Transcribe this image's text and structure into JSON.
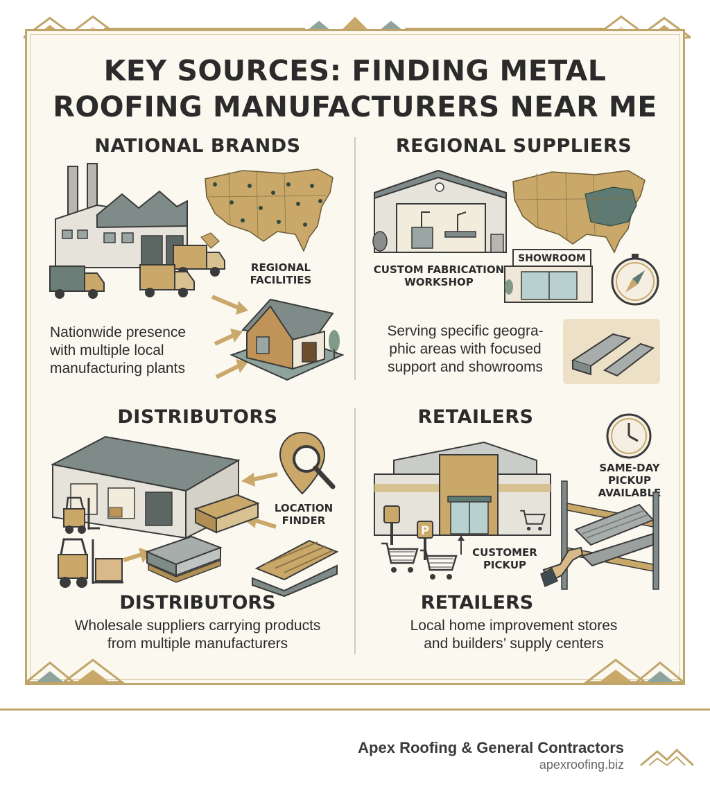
{
  "title": {
    "line1": "KEY SOURCES: FINDING METAL",
    "line2": "ROOFING MANUFACTURERS NEAR ME"
  },
  "national": {
    "heading": "NATIONAL BRANDS",
    "label_regional": [
      "REGIONAL",
      "FACILITIES"
    ],
    "desc": [
      "Nationwide presence",
      "with multiple local",
      "manufacturing plants"
    ]
  },
  "regional": {
    "heading": "REGIONAL SUPPLIERS",
    "label_workshop": [
      "CUSTOM FABRICATION",
      "WORKSHOP"
    ],
    "label_showroom": "SHOWROOM",
    "desc": [
      "Serving specific geogra-",
      "phic areas with focused",
      "support and showrooms"
    ]
  },
  "distributors": {
    "heading": "DISTRIBUTORS",
    "label_finder": [
      "LOCATION",
      "FINDER"
    ],
    "subheading": "DISTRIBUTORS",
    "desc": [
      "Wholesale suppliers carrying products",
      "from multiple manufacturers"
    ]
  },
  "retailers": {
    "heading": "RETAILERS",
    "label_pickup": [
      "SAME-DAY",
      "PICKUP",
      "AVAILABLE"
    ],
    "label_customer": [
      "CUSTOMER",
      "PICKUP"
    ],
    "subheading": "RETAILERS",
    "desc": [
      "Local home improvement stores",
      "and builders’ supply centers"
    ]
  },
  "footer": {
    "company": "Apex Roofing & General Contractors",
    "website": "apexroofing.biz"
  },
  "colors": {
    "gold": "#c0a56a",
    "sand": "#c9a86a",
    "slate": "#5f7a73",
    "ink": "#2b2b2b",
    "paper": "#fbf8ef"
  }
}
